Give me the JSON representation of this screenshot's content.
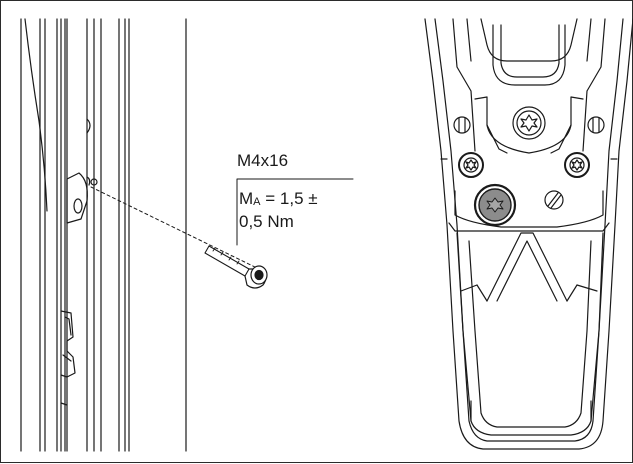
{
  "callout": {
    "screw_spec": "M4x16",
    "torque_symbol": "M",
    "torque_subscript": "A",
    "torque_value": " = 1,5 ±",
    "torque_value_line2": "0,5 Nm"
  },
  "colors": {
    "line": "#1a1a1a",
    "highlight_screw": "#8c8c8c",
    "frame": "#2b2b2b"
  },
  "icons": [
    "torx-screw-icon",
    "slotted-screw-icon"
  ]
}
